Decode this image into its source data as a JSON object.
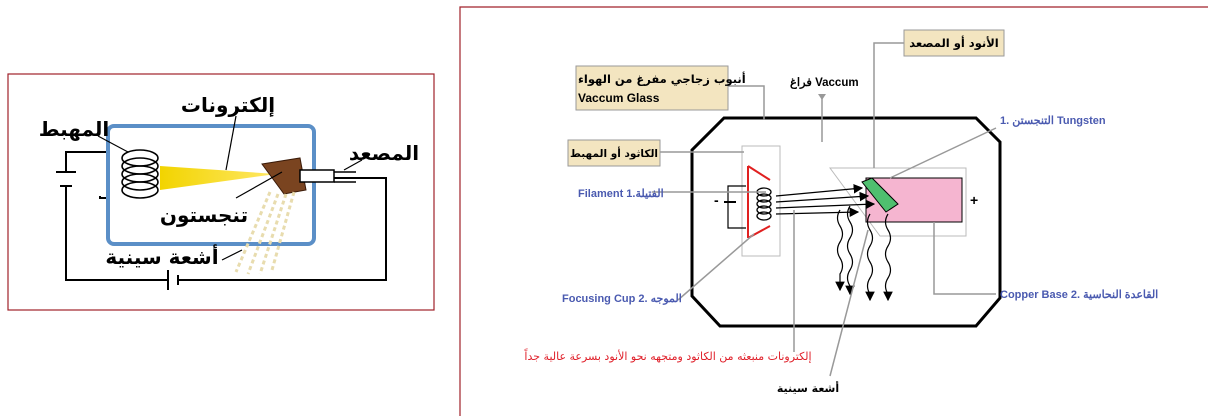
{
  "left": {
    "label_electrons": "إلكترونات",
    "label_cathode": "المهبط",
    "label_anode": "المصعد",
    "label_tungsten": "تنجستون",
    "label_xrays": "أشعة سينية"
  },
  "right": {
    "glass_ar": "أنبوب زجاجي مفرغ من الهواء",
    "glass_en": "Vaccum Glass",
    "vacuum": "فراغ Vaccum",
    "anode": "الأنود أو المصعد",
    "cathode": "الكاثود أو المهبط",
    "tungsten": "1. التنجستن Tungsten",
    "filament": "Filament 1.الفتيلة",
    "minus": "-",
    "plus": "+",
    "focusing_cup": "Focusing Cup 2. الموجه",
    "copper_base": "Copper Base 2. القاعدة النحاسية",
    "electrons_note": "إلكترونات منبعثه من الكاثود ومتجهه نحو الأنود بسرعة عالية جداً",
    "xrays": "أشعة سينية"
  },
  "colors": {
    "frame": "#a0212a",
    "tube_blue": "#5b8fc7",
    "label_blue": "#4a5ab0",
    "note_red": "#e0202a",
    "callout_fill": "#f3e5c0",
    "pink": "#f5b5d0",
    "green": "#4fbf6f"
  }
}
